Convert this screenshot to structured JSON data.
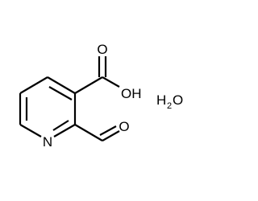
{
  "molecule": {
    "atoms": {
      "carbonyl_oxygen_acid": "O",
      "hydroxyl": "OH",
      "nitrogen": "N",
      "aldehyde_oxygen": "O"
    },
    "water": {
      "h": "H",
      "sub": "2",
      "o": "O"
    }
  }
}
